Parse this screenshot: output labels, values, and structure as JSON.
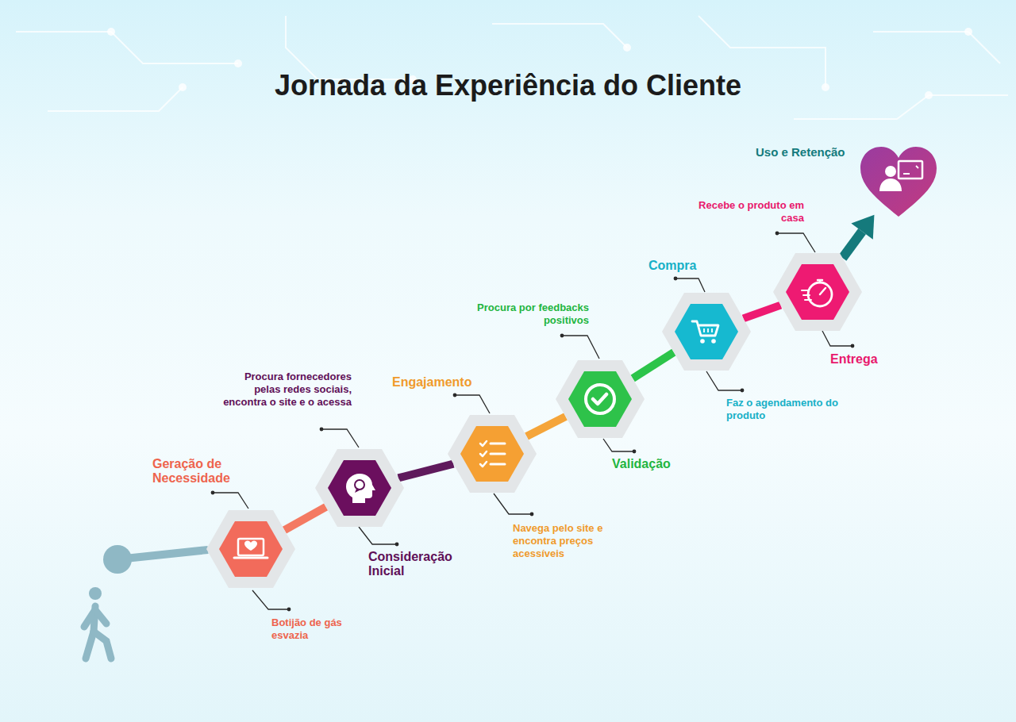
{
  "diagram": {
    "title": "Jornada da Experiência do Cliente",
    "nodes": [
      {
        "text": [
          "Geração de Necessidade",
          "Botijão de gás esvazia"
        ]
      },
      {
        "text": [
          "Consideração Inicial",
          "Procura fornecedores pelas redes sociais, encontra o site e o acessa"
        ]
      },
      {
        "text": [
          "Engajamento",
          "Navega pelo site e encontra preços acessíveis"
        ]
      },
      {
        "text": [
          "Validação",
          "Procura por feedbacks positivos"
        ]
      },
      {
        "text": [
          "Compra",
          "Faz o agendamento do produto"
        ]
      },
      {
        "text": [
          "Entrega",
          "Recebe o produto em casa"
        ]
      },
      {
        "text": [
          "Uso e Retenção"
        ]
      }
    ],
    "edges": [
      {
        "from": 0,
        "to": 1,
        "arrow": "none"
      },
      {
        "from": 1,
        "to": 2,
        "arrow": "none"
      },
      {
        "from": 2,
        "to": 3,
        "arrow": "none"
      },
      {
        "from": 3,
        "to": 4,
        "arrow": "none"
      },
      {
        "from": 4,
        "to": 5,
        "arrow": "none"
      },
      {
        "from": 5,
        "to": 6,
        "arrow": "to"
      }
    ]
  }
}
